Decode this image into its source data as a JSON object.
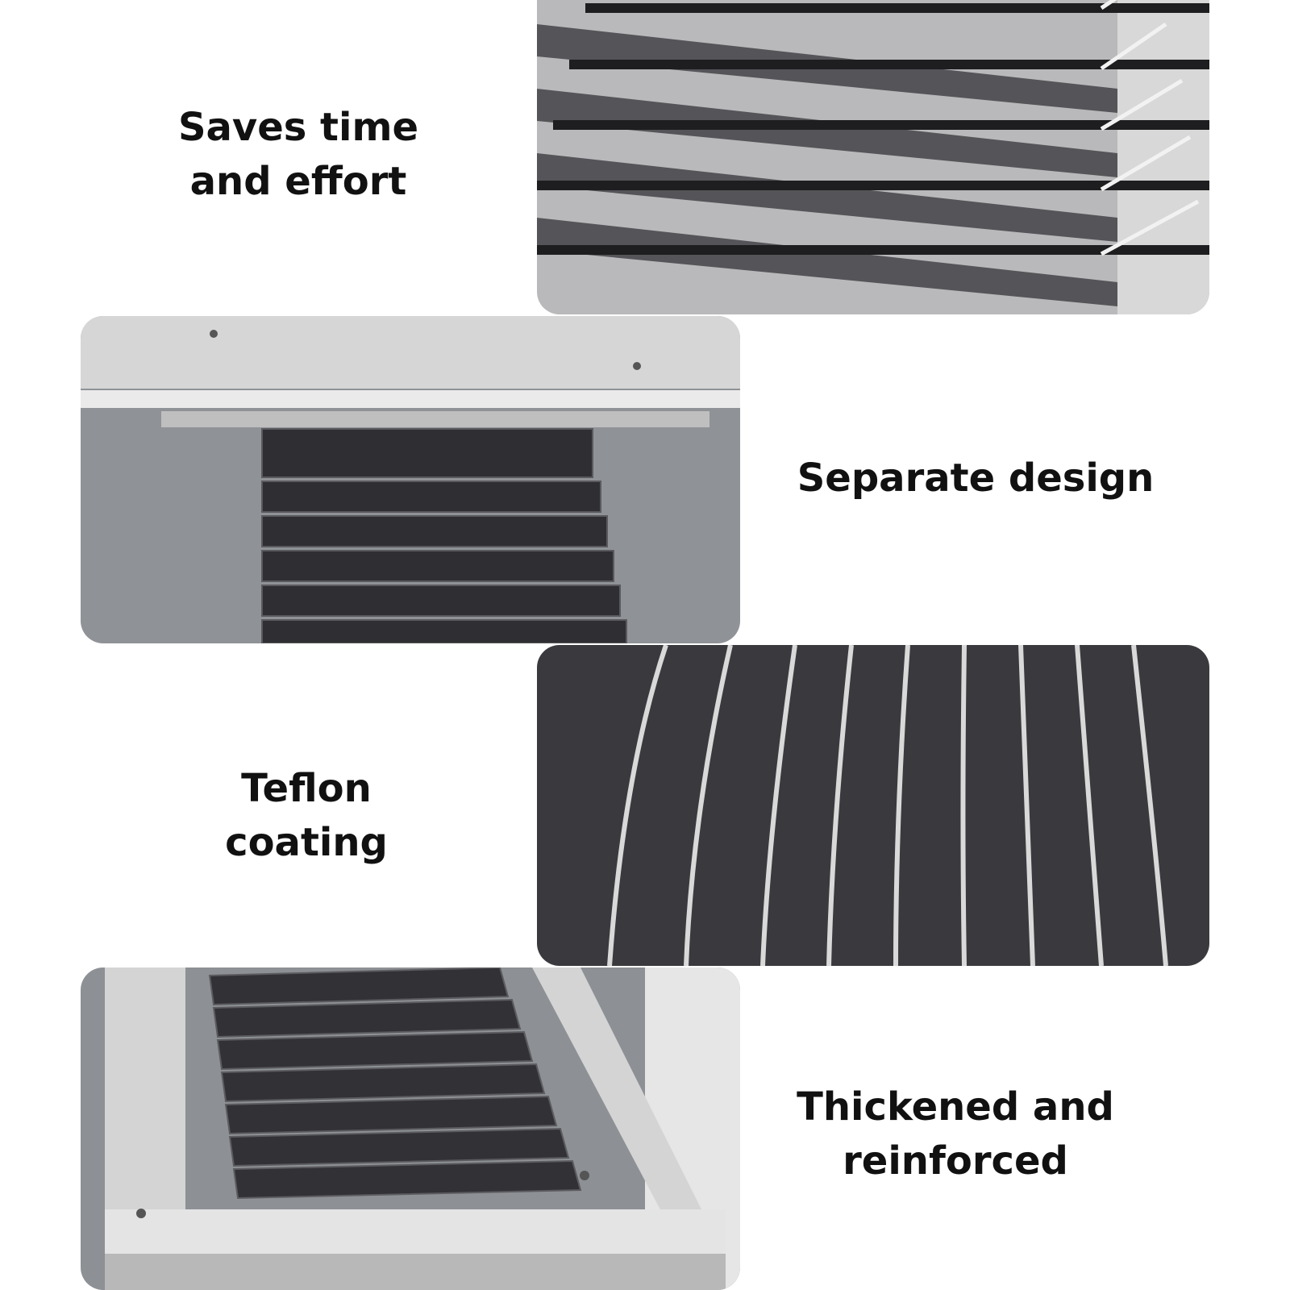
{
  "sections": [
    {
      "lines": [
        "Saves time",
        "and effort"
      ],
      "photo_icon": "blade-comb-photo"
    },
    {
      "lines": [
        "Separate design"
      ],
      "photo_icon": "blade-frame-photo"
    },
    {
      "lines": [
        "Teflon coating"
      ],
      "photo_icon": "coated-blades-photo"
    },
    {
      "lines": [
        "Thickened and",
        "reinforced"
      ],
      "photo_icon": "reinforced-frame-photo"
    }
  ],
  "colors": {
    "background": "#ffffff",
    "text": "#111111",
    "blade": "#3a3a3e",
    "steel": "#cfcfcf",
    "concrete": "#8f9296"
  }
}
